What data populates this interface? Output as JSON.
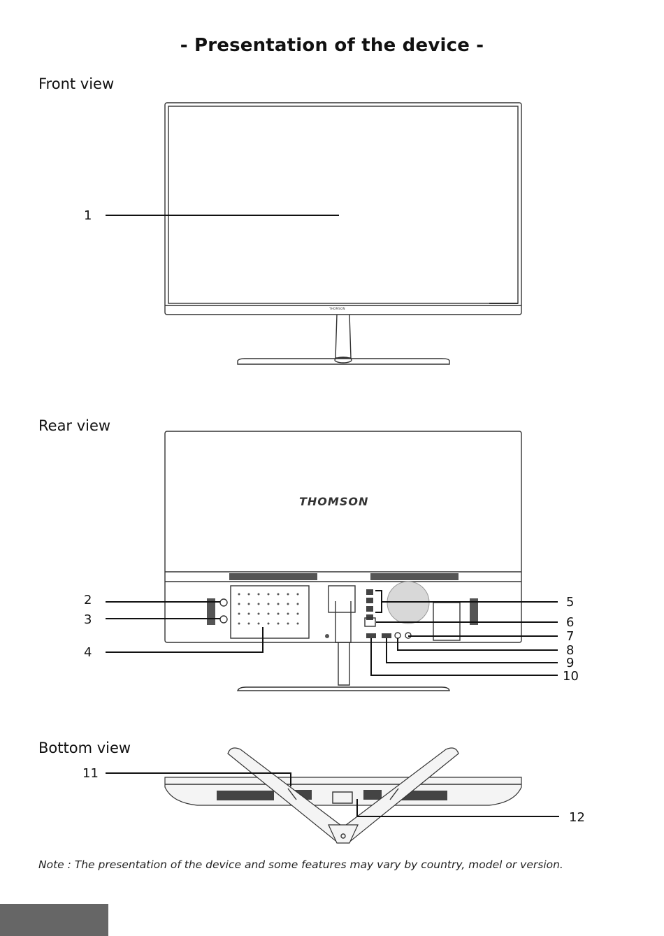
{
  "page": {
    "title": "- Presentation of the device -",
    "note": "Note : The presentation of the device and some features may vary by country, model or version."
  },
  "front": {
    "heading": "Front view",
    "brand_small": "THOMSON",
    "callouts": [
      "1"
    ]
  },
  "rear": {
    "heading": "Rear view",
    "brand": "THOMSON",
    "callouts": [
      "2",
      "3",
      "4",
      "5",
      "6",
      "7",
      "8",
      "9",
      "10"
    ]
  },
  "bottom": {
    "heading": "Bottom view",
    "callouts": [
      "11",
      "12"
    ]
  }
}
